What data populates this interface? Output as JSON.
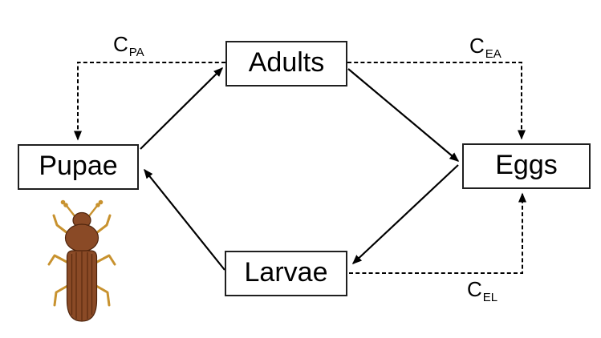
{
  "nodes": {
    "adults": {
      "label": "Adults"
    },
    "eggs": {
      "label": "Eggs"
    },
    "larvae": {
      "label": "Larvae"
    },
    "pupae": {
      "label": "Pupae"
    }
  },
  "cannibalism_labels": {
    "cpa": {
      "base": "C",
      "sub": "PA"
    },
    "cea": {
      "base": "C",
      "sub": "EA"
    },
    "cel": {
      "base": "C",
      "sub": "EL"
    }
  },
  "connections": {
    "solid_lifecycle": [
      {
        "from": "pupae",
        "to": "adults"
      },
      {
        "from": "adults",
        "to": "eggs"
      },
      {
        "from": "eggs",
        "to": "larvae"
      },
      {
        "from": "larvae",
        "to": "pupae"
      }
    ],
    "dashed_cannibalism": [
      {
        "from": "adults",
        "to": "pupae",
        "label": "CPA"
      },
      {
        "from": "adults",
        "to": "eggs",
        "label": "CEA"
      },
      {
        "from": "larvae",
        "to": "eggs",
        "label": "CEL"
      }
    ]
  },
  "beetle_illustration": {
    "name": "red-flour-beetle"
  },
  "colors": {
    "canvas-bg": "#ffffff",
    "line": "#000000",
    "box-border": "#1f1f1f",
    "beetle-body": "#8a4a26",
    "beetle-dark": "#4f250d",
    "beetle-leg": "#c8922f",
    "beetle-stripe": "#5e2d12"
  }
}
